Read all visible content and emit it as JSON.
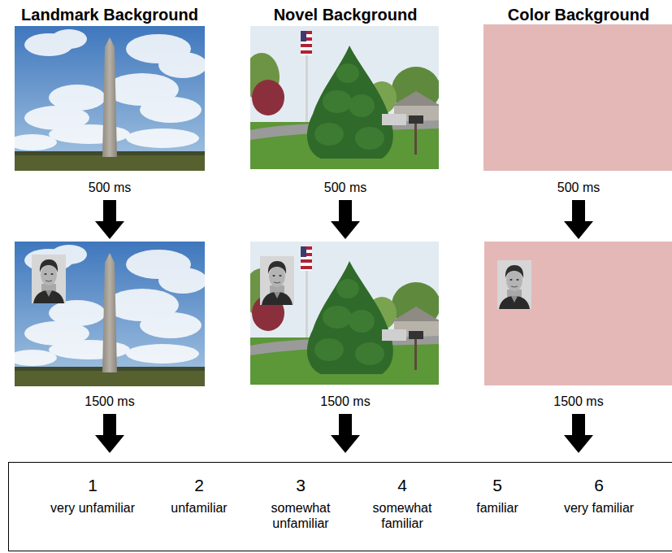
{
  "diagram": {
    "nodes": [
      {
        "text": [
          "1",
          "very unfamiliar",
          "2",
          "unfamiliar",
          "3",
          "somewhat unfamiliar",
          "4",
          "somewhat familiar",
          "5",
          "familiar",
          "6",
          "very familiar"
        ]
      }
    ],
    "labels": [
      "Landmark Background",
      "Novel Background",
      "Color Background",
      "500 ms",
      "500 ms",
      "500 ms",
      "1500 ms",
      "1500 ms",
      "1500 ms"
    ]
  }
}
